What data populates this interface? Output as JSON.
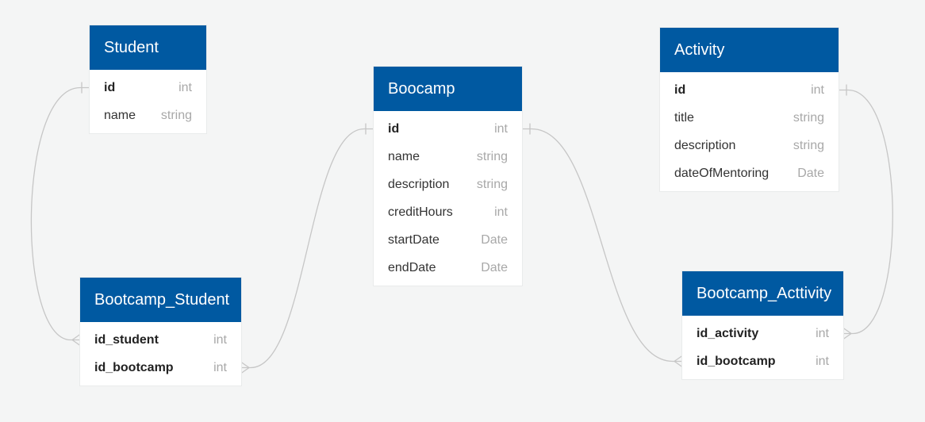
{
  "theme": {
    "header_color": "#0059a1",
    "background": "#f4f5f5",
    "link_color": "#c6c6c6",
    "type_color": "#a8a8a8"
  },
  "entities": {
    "student": {
      "title": "Student",
      "fields": [
        {
          "name": "id",
          "type": "int",
          "key": true
        },
        {
          "name": "name",
          "type": "string",
          "key": false
        }
      ]
    },
    "boocamp": {
      "title": "Boocamp",
      "fields": [
        {
          "name": "id",
          "type": "int",
          "key": true
        },
        {
          "name": "name",
          "type": "string",
          "key": false
        },
        {
          "name": "description",
          "type": "string",
          "key": false
        },
        {
          "name": "creditHours",
          "type": "int",
          "key": false
        },
        {
          "name": "startDate",
          "type": "Date",
          "key": false
        },
        {
          "name": "endDate",
          "type": "Date",
          "key": false
        }
      ]
    },
    "activity": {
      "title": "Activity",
      "fields": [
        {
          "name": "id",
          "type": "int",
          "key": true
        },
        {
          "name": "title",
          "type": "string",
          "key": false
        },
        {
          "name": "description",
          "type": "string",
          "key": false
        },
        {
          "name": "dateOfMentoring",
          "type": "Date",
          "key": false
        }
      ]
    },
    "bootcamp_student": {
      "title": "Bootcamp_Student",
      "fields": [
        {
          "name": "id_student",
          "type": "int",
          "key": true
        },
        {
          "name": "id_bootcamp",
          "type": "int",
          "key": true
        }
      ]
    },
    "bootcamp_activity": {
      "title": "Bootcamp_Acttivity",
      "fields": [
        {
          "name": "id_activity",
          "type": "int",
          "key": true
        },
        {
          "name": "id_bootcamp",
          "type": "int",
          "key": true
        }
      ]
    }
  },
  "relationships": [
    {
      "from": "student.id",
      "to": "bootcamp_student.id_student",
      "cardinality": "one-to-many"
    },
    {
      "from": "boocamp.id",
      "to": "bootcamp_student.id_bootcamp",
      "cardinality": "one-to-many"
    },
    {
      "from": "boocamp.id",
      "to": "bootcamp_activity.id_bootcamp",
      "cardinality": "one-to-many"
    },
    {
      "from": "activity.id",
      "to": "bootcamp_activity.id_activity",
      "cardinality": "one-to-many"
    }
  ]
}
